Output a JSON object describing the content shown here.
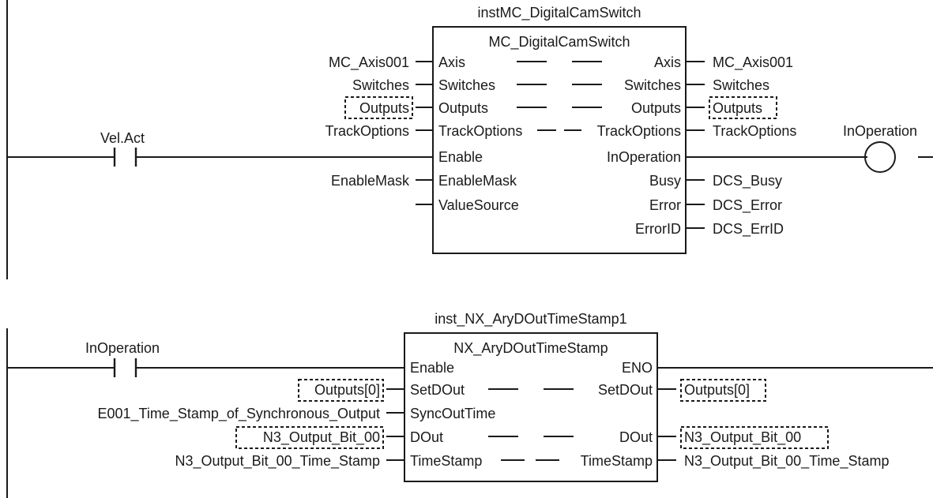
{
  "rung1": {
    "contact": "Vel.Act",
    "coil": "InOperation",
    "fb": {
      "instance": "instMC_DigitalCamSwitch",
      "type": "MC_DigitalCamSwitch",
      "inputs": [
        "Axis",
        "Switches",
        "Outputs",
        "TrackOptions",
        "Enable",
        "EnableMask",
        "ValueSource"
      ],
      "outputs": [
        "Axis",
        "Switches",
        "Outputs",
        "TrackOptions",
        "InOperation",
        "Busy",
        "Error",
        "ErrorID"
      ]
    },
    "in_vars": {
      "axis": "MC_Axis001",
      "switches": "Switches",
      "outputs": "Outputs",
      "trackoptions": "TrackOptions",
      "enablemask": "EnableMask"
    },
    "out_vars": {
      "axis": "MC_Axis001",
      "switches": "Switches",
      "outputs": "Outputs",
      "trackoptions": "TrackOptions",
      "busy": "DCS_Busy",
      "error": "DCS_Error",
      "errorid": "DCS_ErrID"
    }
  },
  "rung2": {
    "contact": "InOperation",
    "fb": {
      "instance": "inst_NX_AryDOutTimeStamp1",
      "type": "NX_AryDOutTimeStamp",
      "inputs": [
        "Enable",
        "SetDOut",
        "SyncOutTime",
        "DOut",
        "TimeStamp"
      ],
      "outputs": [
        "ENO",
        "SetDOut",
        "DOut",
        "TimeStamp"
      ]
    },
    "in_vars": {
      "setdout": "Outputs[0]",
      "syncouttime": "E001_Time_Stamp_of_Synchronous_Output",
      "dout": "N3_Output_Bit_00",
      "timestamp": "N3_Output_Bit_00_Time_Stamp"
    },
    "out_vars": {
      "setdout": "Outputs[0]",
      "dout": "N3_Output_Bit_00",
      "timestamp": "N3_Output_Bit_00_Time_Stamp"
    }
  }
}
